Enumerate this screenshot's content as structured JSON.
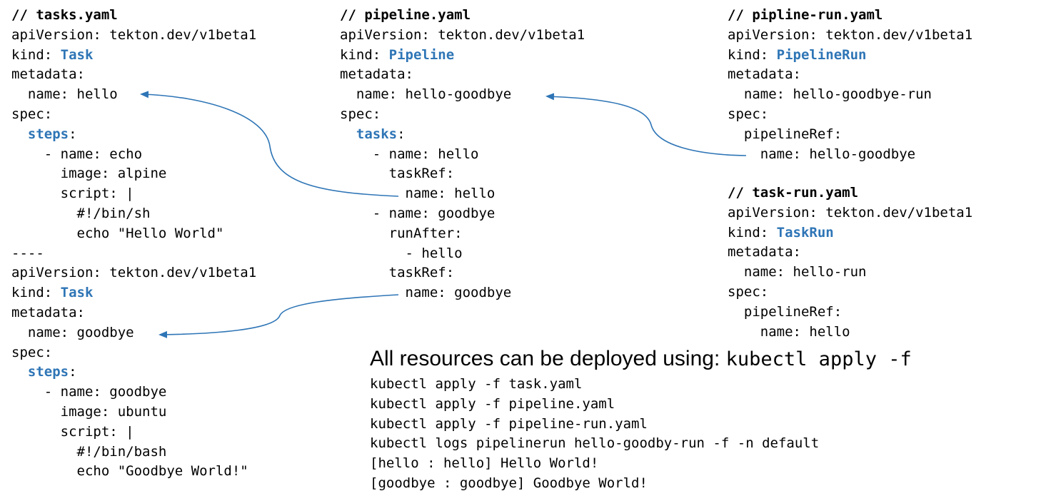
{
  "colors": {
    "keyword": "#2e75b6",
    "text": "#000000",
    "arrow": "#2e75b6",
    "background": "#ffffff"
  },
  "tasks_file": {
    "lines": [
      {
        "text": "// tasks.yaml"
      },
      {
        "text": "apiVersion: tekton.dev/v1beta1"
      },
      {
        "pre": "kind: ",
        "kw": "Task"
      },
      {
        "text": "metadata:"
      },
      {
        "text": "  name: hello"
      },
      {
        "text": "spec:"
      },
      {
        "pre": "  ",
        "kw": "steps",
        "post": ":"
      },
      {
        "text": "    - name: echo"
      },
      {
        "text": "      image: alpine"
      },
      {
        "text": "      script: |"
      },
      {
        "text": "        #!/bin/sh"
      },
      {
        "text": "        echo \"Hello World\""
      },
      {
        "text": "----"
      },
      {
        "text": "apiVersion: tekton.dev/v1beta1"
      },
      {
        "pre": "kind: ",
        "kw": "Task"
      },
      {
        "text": "metadata:"
      },
      {
        "text": "  name: goodbye"
      },
      {
        "text": "spec:"
      },
      {
        "pre": "  ",
        "kw": "steps",
        "post": ":"
      },
      {
        "text": "    - name: goodbye"
      },
      {
        "text": "      image: ubuntu"
      },
      {
        "text": "      script: |"
      },
      {
        "text": "        #!/bin/bash"
      },
      {
        "text": "        echo \"Goodbye World!\""
      }
    ]
  },
  "pipeline_file": {
    "lines": [
      {
        "text": "// pipeline.yaml"
      },
      {
        "text": "apiVersion: tekton.dev/v1beta1"
      },
      {
        "pre": "kind: ",
        "kw": "Pipeline"
      },
      {
        "text": "metadata:"
      },
      {
        "text": "  name: hello-goodbye"
      },
      {
        "text": "spec:"
      },
      {
        "pre": "  ",
        "kw": "tasks",
        "post": ":"
      },
      {
        "text": "    - name: hello"
      },
      {
        "text": "      taskRef:"
      },
      {
        "text": "        name: hello"
      },
      {
        "text": "    - name: goodbye"
      },
      {
        "text": "      runAfter:"
      },
      {
        "text": "        - hello"
      },
      {
        "text": "      taskRef:"
      },
      {
        "text": "        name: goodbye"
      }
    ]
  },
  "pipelinerun_file": {
    "lines": [
      {
        "text": "// pipline-run.yaml"
      },
      {
        "text": "apiVersion: tekton.dev/v1beta1"
      },
      {
        "pre": "kind: ",
        "kw": "PipelineRun"
      },
      {
        "text": "metadata:"
      },
      {
        "text": "  name: hello-goodbye-run"
      },
      {
        "text": "spec:"
      },
      {
        "text": "  pipelineRef:"
      },
      {
        "text": "    name: hello-goodbye"
      }
    ]
  },
  "taskrun_file": {
    "lines": [
      {
        "text": "// task-run.yaml"
      },
      {
        "text": "apiVersion: tekton.dev/v1beta1"
      },
      {
        "pre": "kind: ",
        "kw": "TaskRun"
      },
      {
        "text": "metadata:"
      },
      {
        "text": "  name: hello-run"
      },
      {
        "text": "spec:"
      },
      {
        "text": "  pipelineRef:"
      },
      {
        "text": "    name: hello"
      }
    ]
  },
  "deploy": {
    "heading_text": "All resources can be deployed using: ",
    "heading_command": "kubectl apply -f",
    "lines": [
      "kubectl apply -f task.yaml",
      "kubectl apply -f pipeline.yaml",
      "kubectl apply -f pipeline-run.yaml",
      "kubectl logs pipelinerun hello-goodby-run -f -n default",
      "[hello : hello] Hello World!",
      "[goodbye : goodbye] Goodbye World!"
    ]
  }
}
